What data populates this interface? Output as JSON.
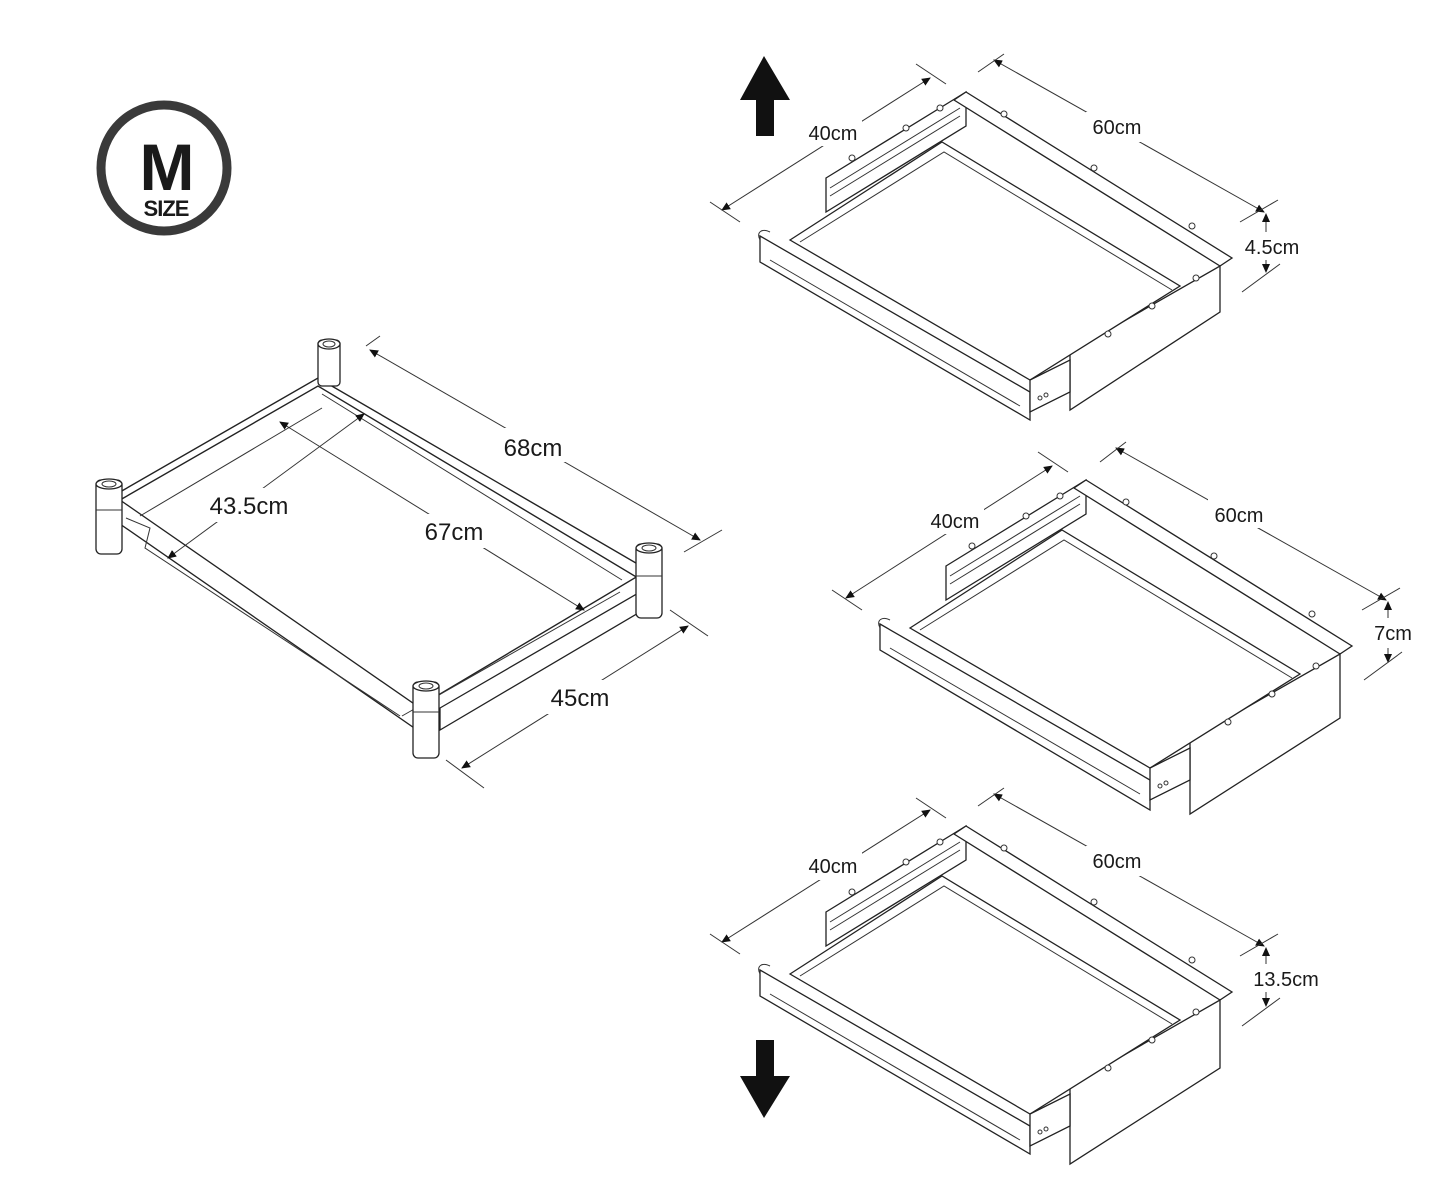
{
  "badge": {
    "letter": "M",
    "word": "SIZE"
  },
  "frame": {
    "length_outer": "68cm",
    "width_inner": "43.5cm",
    "length_inner": "67cm",
    "width_outer": "45cm"
  },
  "drawers": [
    {
      "width": "40cm",
      "depth": "60cm",
      "height": "4.5cm"
    },
    {
      "width": "40cm",
      "depth": "60cm",
      "height": "7cm"
    },
    {
      "width": "40cm",
      "depth": "60cm",
      "height": "13.5cm"
    }
  ],
  "arrows": {
    "top": "arrow-up-icon",
    "bottom": "arrow-down-icon"
  },
  "colors": {
    "ink": "#1a1a1a",
    "badge_ring": "#3a3a3a"
  }
}
